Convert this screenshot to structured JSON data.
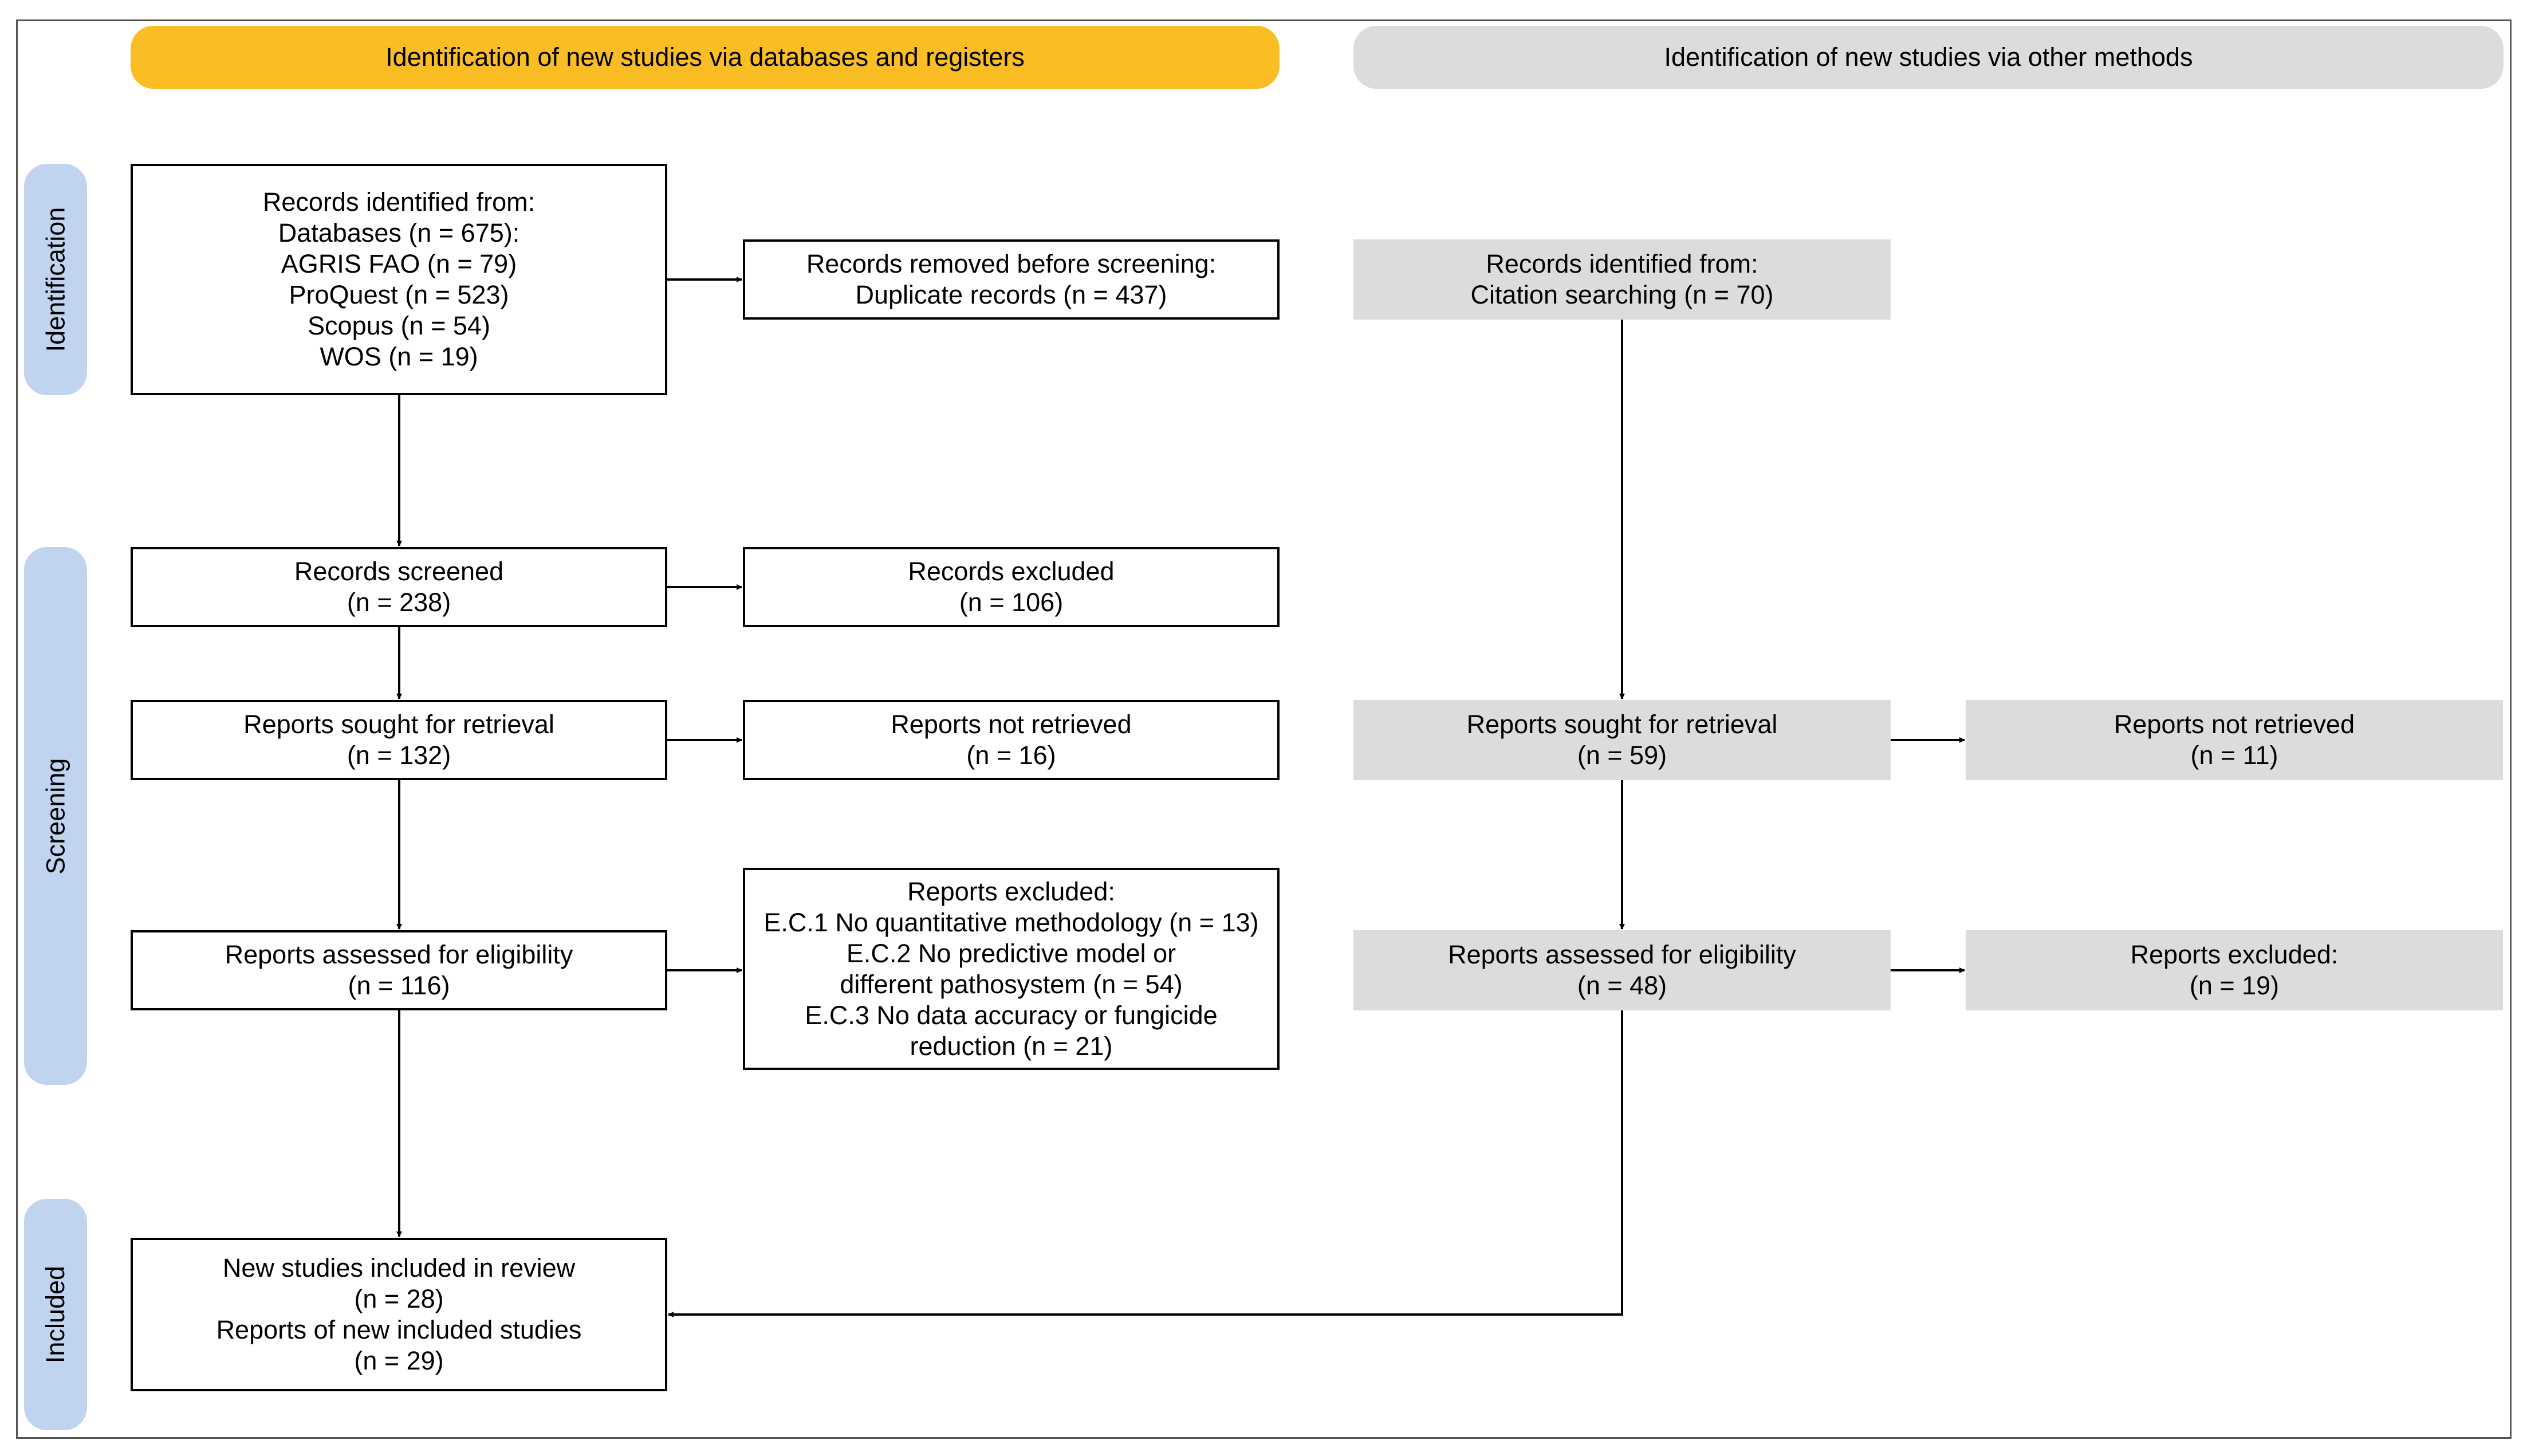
{
  "headers": {
    "databases": "Identification of new studies via databases and registers",
    "other": "Identification of new studies via other methods"
  },
  "phases": {
    "identification": "Identification",
    "screening": "Screening",
    "included": "Included"
  },
  "colors": {
    "databases_header": "#fbbd24",
    "other_header": "#dcdcdc",
    "phase_bar": "#c0d3ef",
    "other_boxes": "#dcdcdc"
  },
  "left": {
    "records_identified": [
      "Records identified from:",
      "Databases (n = 675):",
      "AGRIS FAO (n = 79)",
      "ProQuest (n = 523)",
      "Scopus (n = 54)",
      "WOS (n = 19)"
    ],
    "records_removed": [
      "Records removed before screening:",
      "Duplicate records (n = 437)"
    ],
    "records_screened": [
      "Records screened",
      "(n = 238)"
    ],
    "records_excluded": [
      "Records excluded",
      "(n = 106)"
    ],
    "reports_sought": [
      "Reports sought for retrieval",
      "(n = 132)"
    ],
    "reports_not_retrieved": [
      "Reports not retrieved",
      "(n = 16)"
    ],
    "reports_assessed": [
      "Reports assessed for eligibility",
      "(n = 116)"
    ],
    "reports_excluded": [
      "Reports excluded:",
      "E.C.1 No quantitative methodology (n = 13)",
      "E.C.2 No predictive model or",
      "different pathosystem (n = 54)",
      "E.C.3 No data accuracy or fungicide",
      "reduction (n = 21)"
    ],
    "included": [
      "New studies included in review",
      "(n = 28)",
      "Reports of new included studies",
      "(n = 29)"
    ]
  },
  "right": {
    "records_identified": [
      "Records identified from:",
      "Citation searching (n = 70)"
    ],
    "reports_sought": [
      "Reports sought for retrieval",
      "(n = 59)"
    ],
    "reports_not_retrieved": [
      "Reports not retrieved",
      "(n = 11)"
    ],
    "reports_assessed": [
      "Reports assessed for eligibility",
      "(n = 48)"
    ],
    "reports_excluded": [
      "Reports excluded:",
      "(n = 19)"
    ]
  }
}
